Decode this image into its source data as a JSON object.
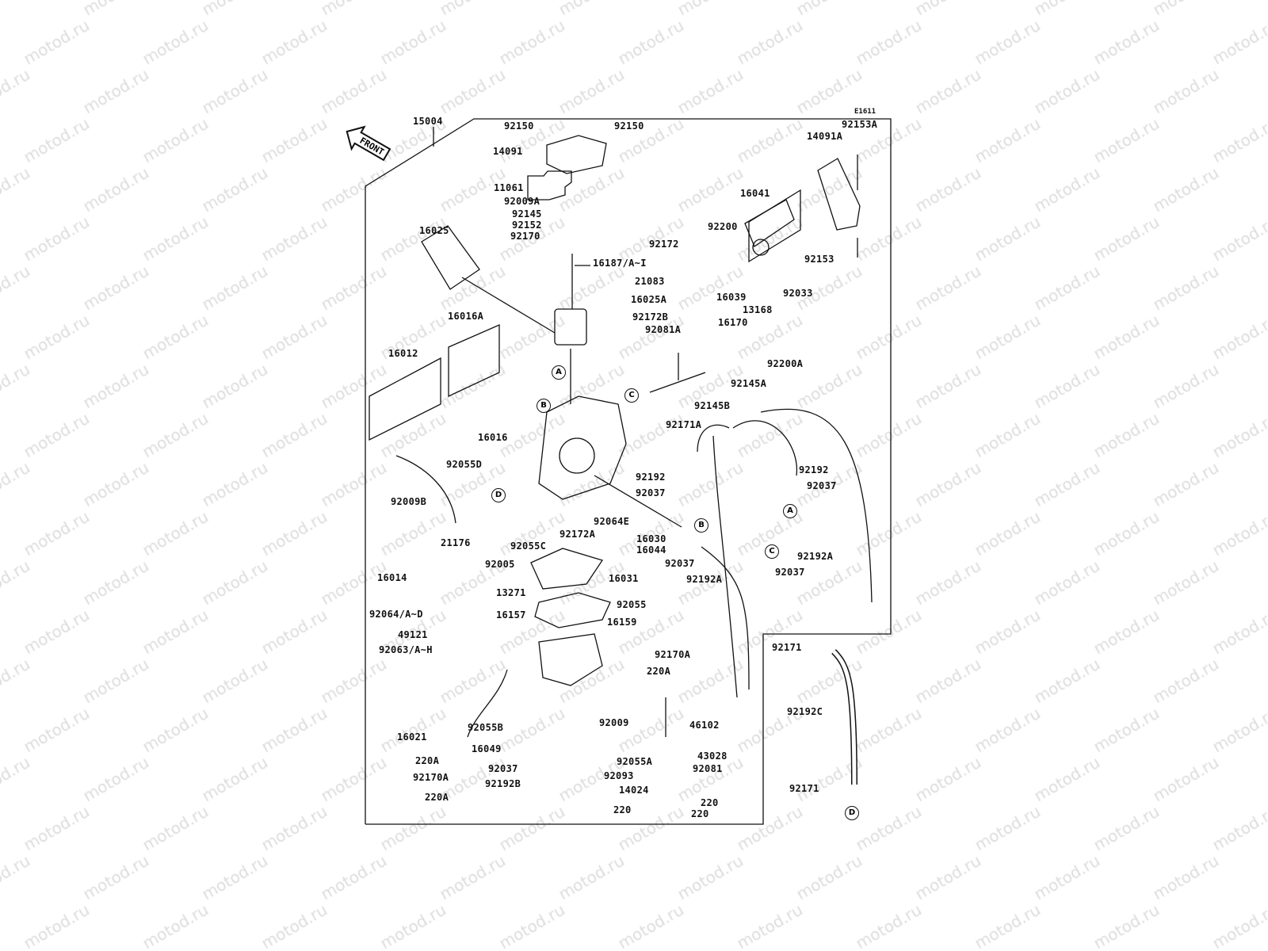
{
  "diagram": {
    "code": "E1611",
    "front_label": "FRONT",
    "watermark": "motod.ru",
    "labels": [
      "15004",
      "92150",
      "92150",
      "14091",
      "11061",
      "92009A",
      "92145",
      "92152",
      "92170",
      "16025",
      "16187/A~I",
      "21083",
      "16025A",
      "16039",
      "92172",
      "92200",
      "16041",
      "14091A",
      "92153A",
      "92153",
      "92033",
      "13168",
      "16170",
      "92172B",
      "92081A",
      "92200A",
      "92145A",
      "92145B",
      "16016A",
      "16012",
      "16016",
      "92055D",
      "92009B",
      "21176",
      "92005",
      "92055C",
      "92172A",
      "92064E",
      "16030",
      "16044",
      "92037",
      "16031",
      "16014",
      "13271",
      "92055",
      "92064/A~D",
      "16157",
      "16159",
      "49121",
      "92063/A~H",
      "92170A",
      "220A",
      "92009",
      "46102",
      "16021",
      "92055B",
      "16049",
      "43028",
      "92055A",
      "92081",
      "92037",
      "92093",
      "92192B",
      "14024",
      "220A",
      "92170A",
      "220A",
      "220",
      "220",
      "220",
      "92171A",
      "92192",
      "92037",
      "92192",
      "92037",
      "92037",
      "92192A",
      "92192A",
      "92171",
      "92192C",
      "92171"
    ],
    "reference_marks": [
      "A",
      "B",
      "C",
      "D",
      "B",
      "A",
      "C",
      "D"
    ]
  }
}
